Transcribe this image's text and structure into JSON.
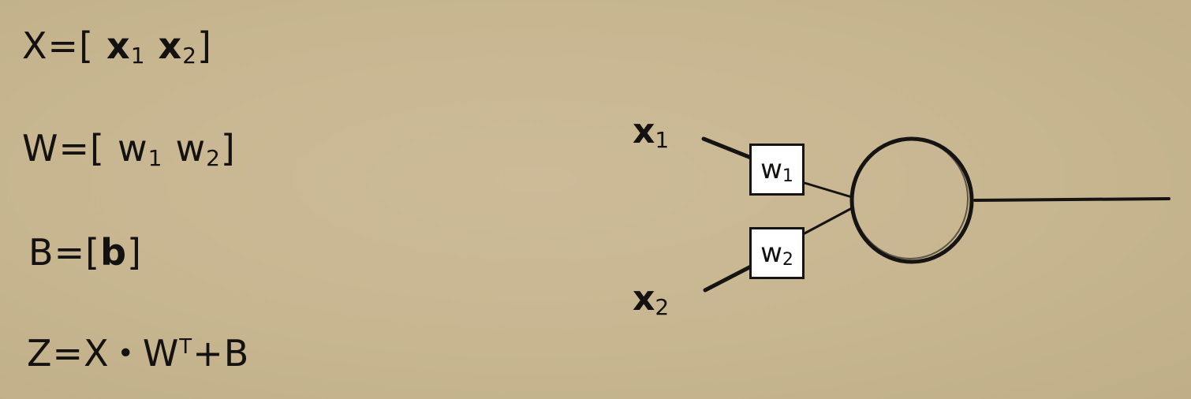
{
  "equations": {
    "x": {
      "lhs": "X",
      "eq": "=",
      "open": "[",
      "v1": "x",
      "s1": "1",
      "v2": "x",
      "s2": "2",
      "close": "]"
    },
    "w": {
      "lhs": "W",
      "eq": "=",
      "open": "[",
      "v1": "w",
      "s1": "1",
      "v2": "w",
      "s2": "2",
      "close": "]"
    },
    "b": {
      "lhs": "B",
      "eq": "=",
      "open": "[",
      "v1": "b",
      "close": "]"
    },
    "z": {
      "lhs": "Z",
      "eq": "=",
      "a": "X",
      "dot": "•",
      "w": "W",
      "t": "T",
      "plus": "+",
      "b": "B"
    }
  },
  "diagram": {
    "input1": {
      "var": "x",
      "sub": "1"
    },
    "input2": {
      "var": "x",
      "sub": "2"
    },
    "weight1": {
      "var": "w",
      "sub": "1"
    },
    "weight2": {
      "var": "w",
      "sub": "2"
    }
  },
  "colors": {
    "background": "#c9b892",
    "ink": "#141210",
    "box_fill": "#ffffff"
  }
}
